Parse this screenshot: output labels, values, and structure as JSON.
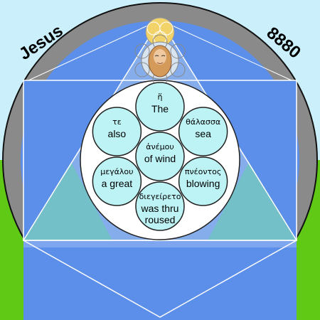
{
  "labels": {
    "left": "Jesus",
    "right": "8880"
  },
  "words": [
    {
      "greek": "ἥ",
      "english": [
        "The"
      ]
    },
    {
      "greek": "θάλασσα",
      "english": [
        "sea"
      ]
    },
    {
      "greek": "πνέοντος",
      "english": [
        "blowing"
      ]
    },
    {
      "greek": "διεγείρετο",
      "english": [
        "was thru",
        "roused"
      ]
    },
    {
      "greek": "μεγάλου",
      "english": [
        "a great"
      ]
    },
    {
      "greek": "τε",
      "english": [
        "also"
      ]
    },
    {
      "greek": "ἀνέμου",
      "english": [
        "of wind"
      ]
    }
  ],
  "colors": {
    "sky": "#cbf0fb",
    "grass": "#5fc915",
    "outer_ring": "#888888",
    "blue_field": "#5c8fe9",
    "teal_triangle": "#73c0c8",
    "word_circle": "#bdf3f5",
    "white_disc": "#ffffff"
  }
}
